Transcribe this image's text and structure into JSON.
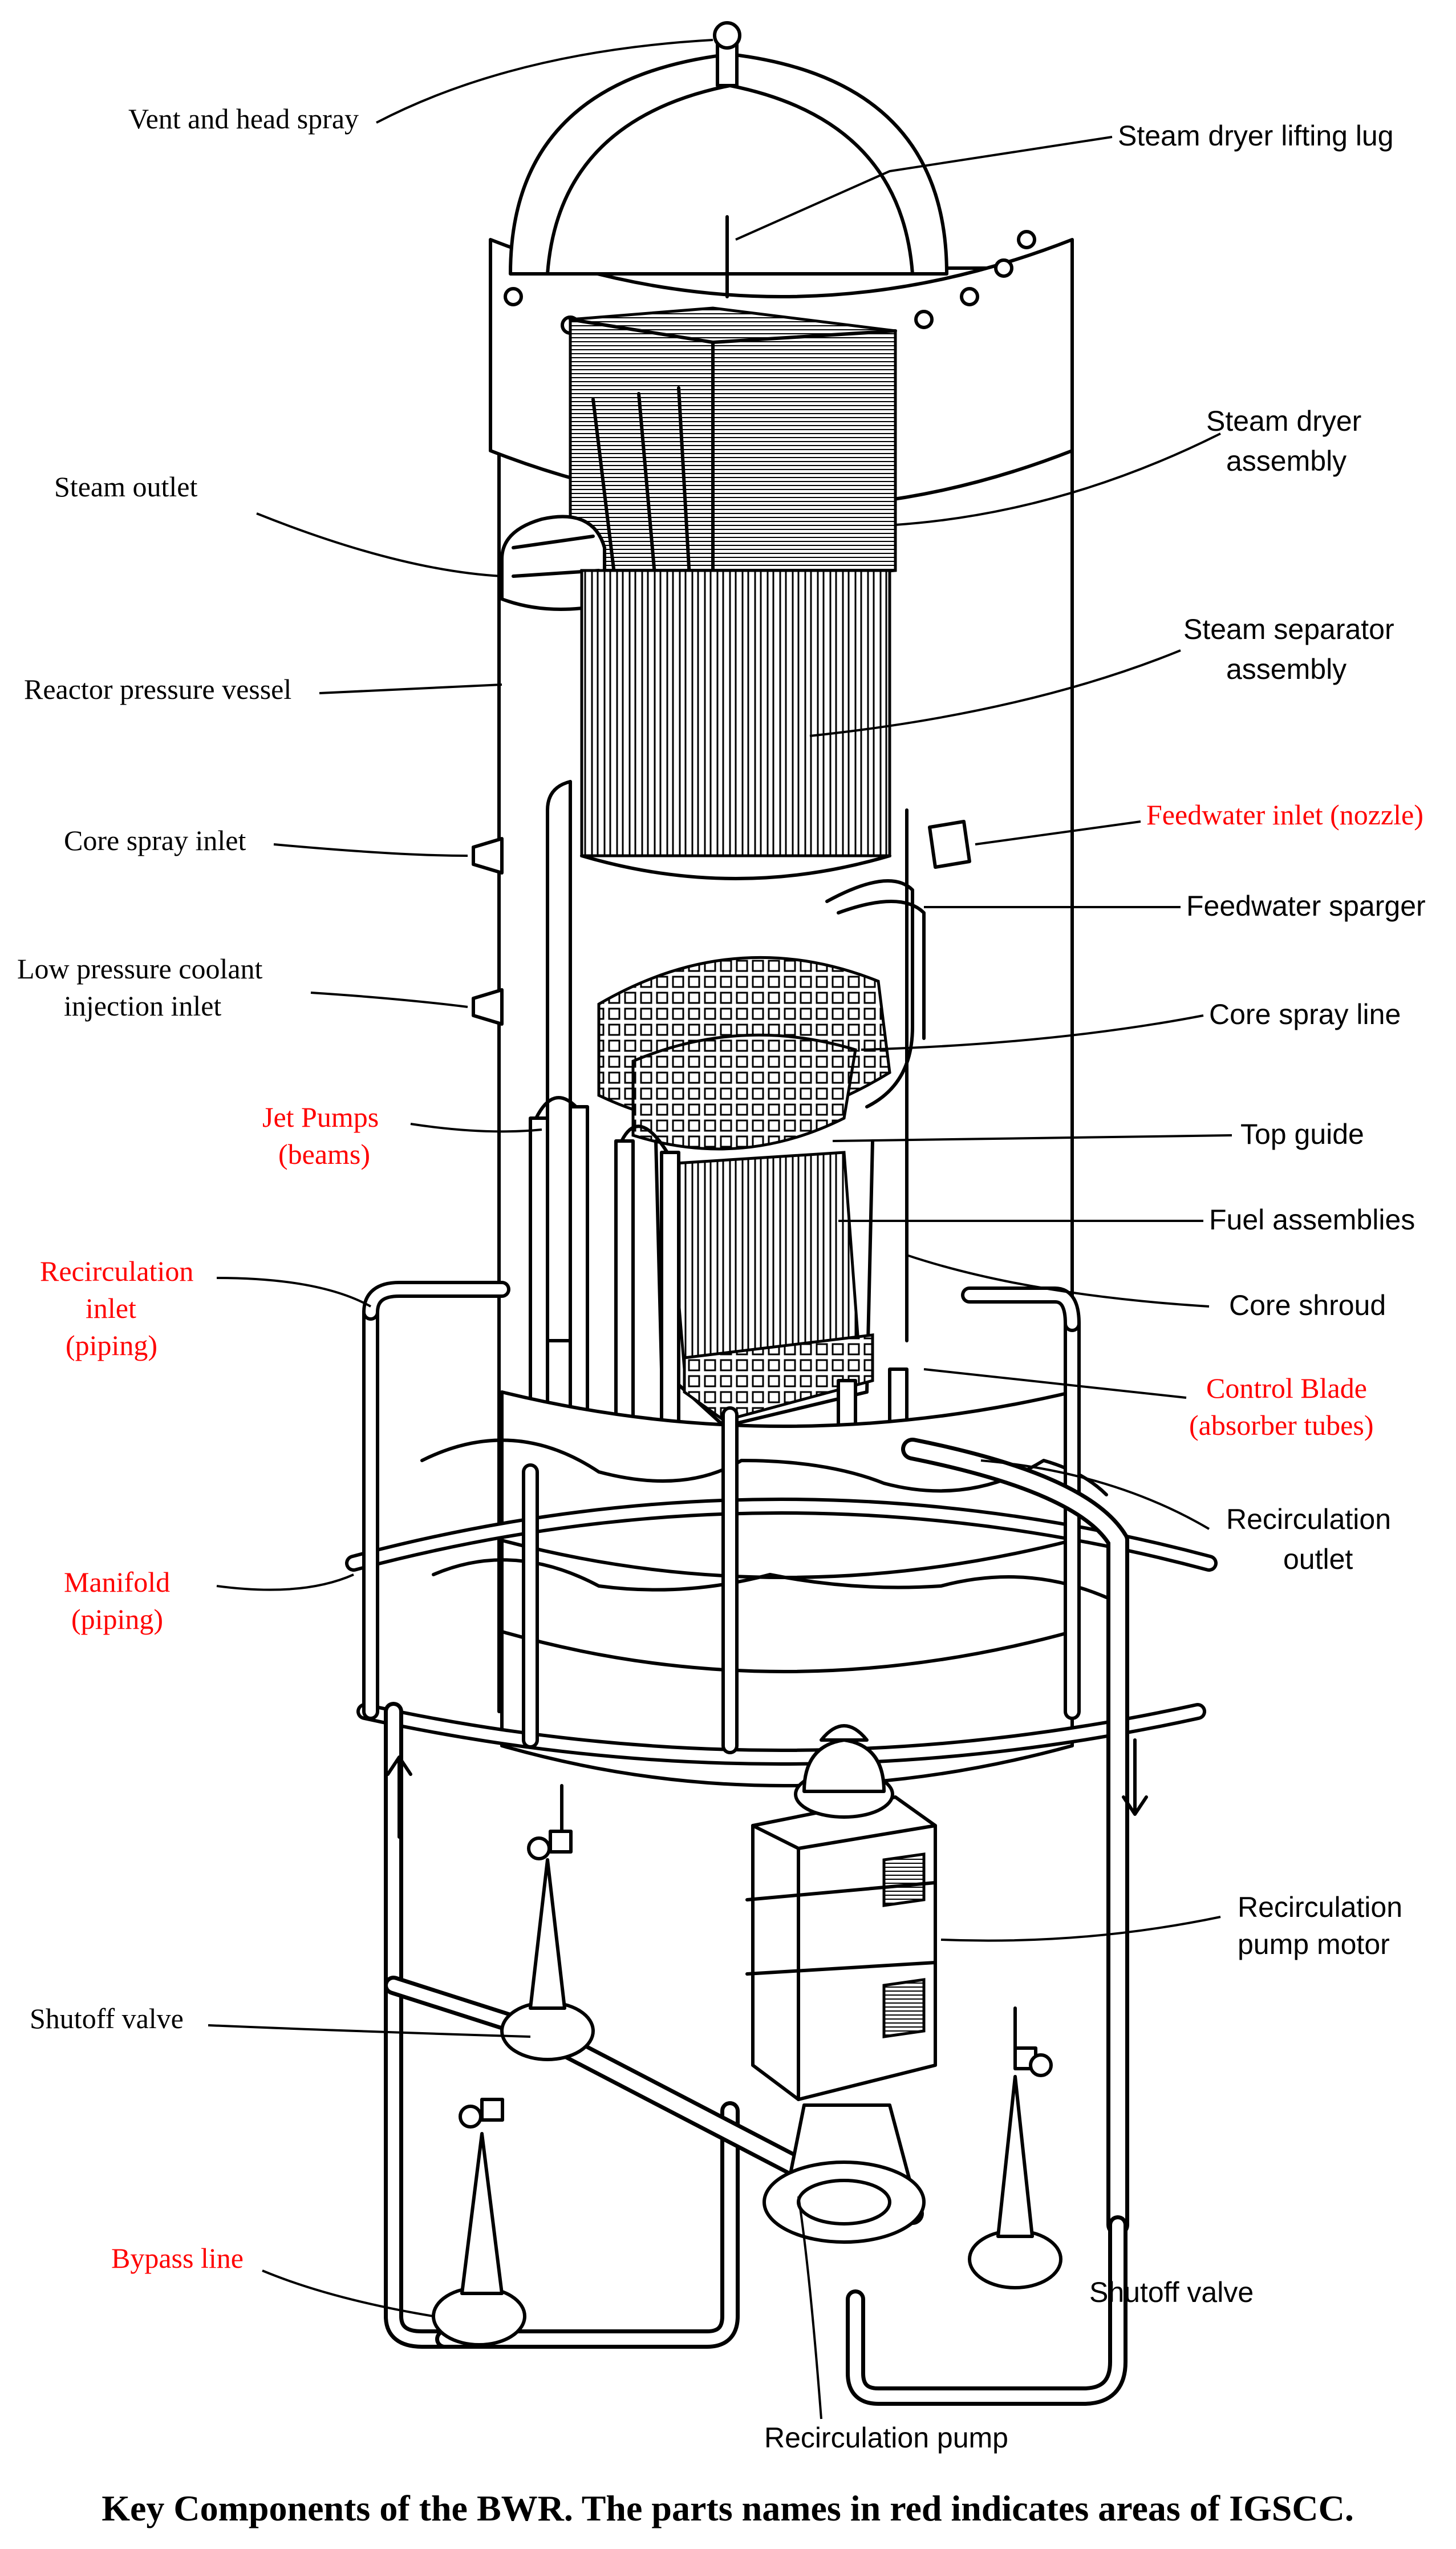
{
  "colors": {
    "label": "#000000",
    "igscc": "#ff0000",
    "line": "#000000",
    "background": "#ffffff"
  },
  "labels": {
    "vent_head_spray": "Vent and head spray",
    "steam_dryer_lifting_lug": "Steam dryer lifting lug",
    "steam_dryer_assembly_1": "Steam dryer",
    "steam_dryer_assembly_2": "assembly",
    "steam_outlet": "Steam outlet",
    "steam_separator_assembly_1": "Steam separator",
    "steam_separator_assembly_2": "assembly",
    "reactor_pressure_vessel": "Reactor pressure vessel",
    "core_spray_inlet": "Core spray inlet",
    "feedwater_inlet": "Feedwater inlet (nozzle)",
    "feedwater_sparger": "Feedwater sparger",
    "lpci_inlet_1": "Low pressure coolant",
    "lpci_inlet_2": "injection inlet",
    "core_spray_line": "Core spray line",
    "jet_pumps_1": "Jet Pumps",
    "jet_pumps_2": "(beams)",
    "top_guide": "Top guide",
    "fuel_assemblies": "Fuel assemblies",
    "recirculation_inlet_1": "Recirculation",
    "recirculation_inlet_2": "inlet",
    "recirculation_inlet_3": "(piping)",
    "core_shroud": "Core shroud",
    "control_blade_1": "Control Blade",
    "control_blade_2": "(absorber tubes)",
    "recirculation_outlet_1": "Recirculation",
    "recirculation_outlet_2": "outlet",
    "manifold_1": "Manifold",
    "manifold_2": "(piping)",
    "recirculation_pump_motor_1": "Recirculation",
    "recirculation_pump_motor_2": "pump motor",
    "shutoff_valve_left": "Shutoff valve",
    "bypass_line": "Bypass line",
    "shutoff_valve_right": "Shutoff valve",
    "recirculation_pump": "Recirculation pump"
  },
  "caption": "Key Components of the BWR. The parts names in red indicates areas of IGSCC."
}
